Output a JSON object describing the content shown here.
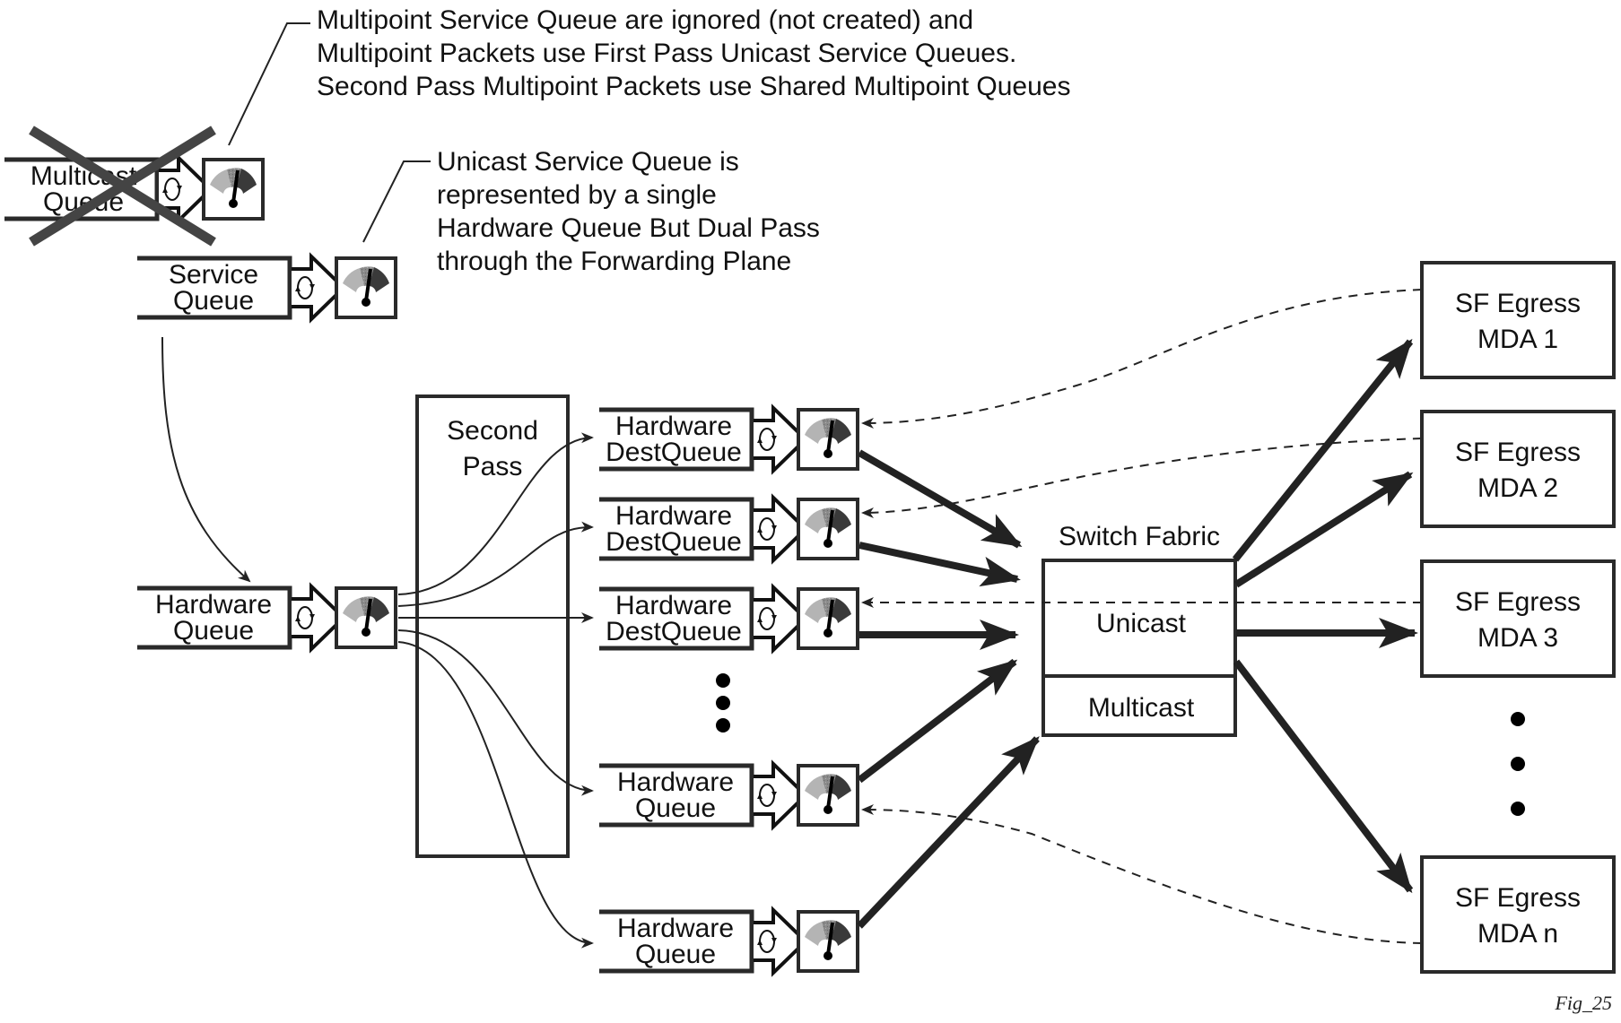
{
  "notes": {
    "multipoint": [
      "Multipoint Service Queue are ignored (not created) and",
      "Multipoint Packets use First Pass Unicast Service Queues.",
      "Second Pass Multipoint Packets use Shared Multipoint Queues"
    ],
    "unicast": [
      "Unicast Service Queue is",
      "represented by a single",
      "Hardware Queue But Dual Pass",
      "through the Forwarding Plane"
    ]
  },
  "queues": {
    "multicast": {
      "line1": "Multicast",
      "line2": "Queue",
      "status": "crossed-out"
    },
    "service": {
      "line1": "Service",
      "line2": "Queue"
    },
    "hardware_first": {
      "line1": "Hardware",
      "line2": "Queue"
    },
    "second_pass_outputs": [
      {
        "line1": "Hardware",
        "line2": "DestQueue"
      },
      {
        "line1": "Hardware",
        "line2": "DestQueue"
      },
      {
        "line1": "Hardware",
        "line2": "DestQueue"
      },
      {
        "line1": "Hardware",
        "line2": "Queue"
      },
      {
        "line1": "Hardware",
        "line2": "Queue"
      }
    ]
  },
  "second_pass": {
    "line1": "Second",
    "line2": "Pass"
  },
  "switch_fabric": {
    "title": "Switch Fabric",
    "unicast": "Unicast",
    "multicast": "Multicast"
  },
  "egress": [
    {
      "line1": "SF Egress",
      "line2": "MDA 1"
    },
    {
      "line1": "SF Egress",
      "line2": "MDA 2"
    },
    {
      "line1": "SF Egress",
      "line2": "MDA 3"
    },
    {
      "line1": "SF Egress",
      "line2": "MDA n"
    }
  ],
  "icons": {
    "queue_scheduler": "refresh-cycle-icon",
    "rate_gauge": "gauge-meter-icon",
    "ellipsis": "vertical-ellipsis"
  },
  "colors": {
    "stroke": "#2a2a2a",
    "gauge_light": "#b4b4b4",
    "gauge_mid": "#8a8a8a",
    "gauge_dark": "#3a3a3a",
    "cross": "#444444"
  },
  "figure_label": "Fig_25"
}
